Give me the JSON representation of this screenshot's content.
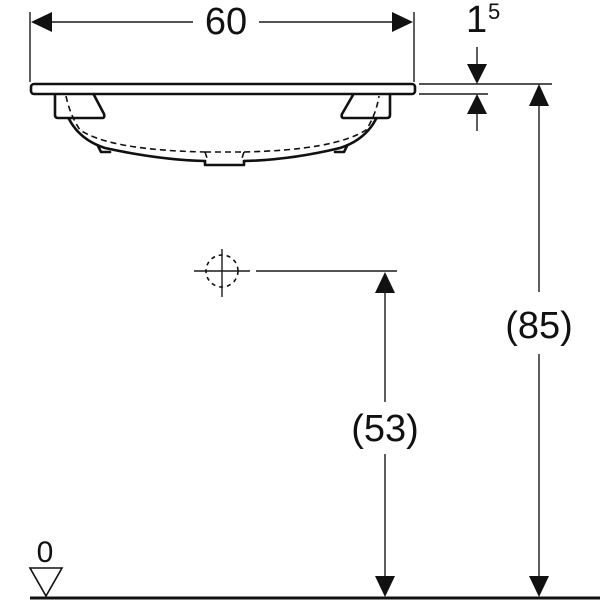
{
  "drawing": {
    "type": "washbasin-installation-dimension-drawing",
    "units_shown": "cm (implied)",
    "dimensions": {
      "width": {
        "label": "60",
        "value": 60
      },
      "rim_thickness": {
        "label_main": "1",
        "label_sup": "5",
        "value": 1.5
      },
      "waste_height": {
        "label": "(53)",
        "value": 53
      },
      "rim_height": {
        "label": "(85)",
        "value": 85
      }
    },
    "floor_reference": {
      "label": "0"
    },
    "colors": {
      "line": "#111111",
      "background": "#ffffff"
    }
  }
}
